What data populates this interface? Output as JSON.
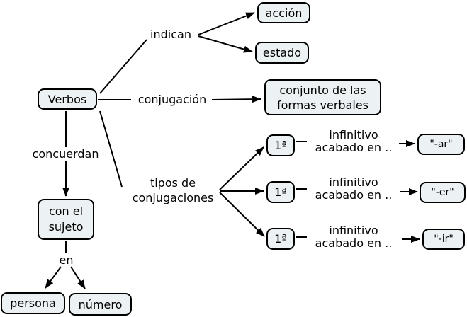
{
  "diagram_title": "Verbos concept map",
  "colors": {
    "background": "#ffffff",
    "node_fill": "#ecf1f3",
    "node_border": "#000000",
    "line": "#000000"
  },
  "nodes": {
    "verbos": {
      "label": "Verbos"
    },
    "accion": {
      "label": "acción"
    },
    "estado": {
      "label": "estado"
    },
    "conjunto": {
      "line1": "conjunto de las",
      "line2": "formas verbales"
    },
    "con_el_sujeto": {
      "line1": "con el",
      "line2": "sujeto"
    },
    "persona": {
      "label": "persona"
    },
    "numero": {
      "label": "número"
    }
  },
  "links": {
    "indican": "indican",
    "conjugacion": "conjugación",
    "tipos": {
      "line1": "tipos de",
      "line2": "conjugaciones"
    },
    "concuerdan": "concuerdan",
    "en": "en"
  },
  "conjugation_rows": [
    {
      "ordinal": "1ª",
      "phrase_line1": "infinitivo",
      "phrase_line2": "acabado en ..",
      "ending": "\"-ar\""
    },
    {
      "ordinal": "1ª",
      "phrase_line1": "infinitivo",
      "phrase_line2": "acabado en ..",
      "ending": "\"-er\""
    },
    {
      "ordinal": "1ª",
      "phrase_line1": "infinitivo",
      "phrase_line2": "acabado en ..",
      "ending": "\"-ir\""
    }
  ]
}
